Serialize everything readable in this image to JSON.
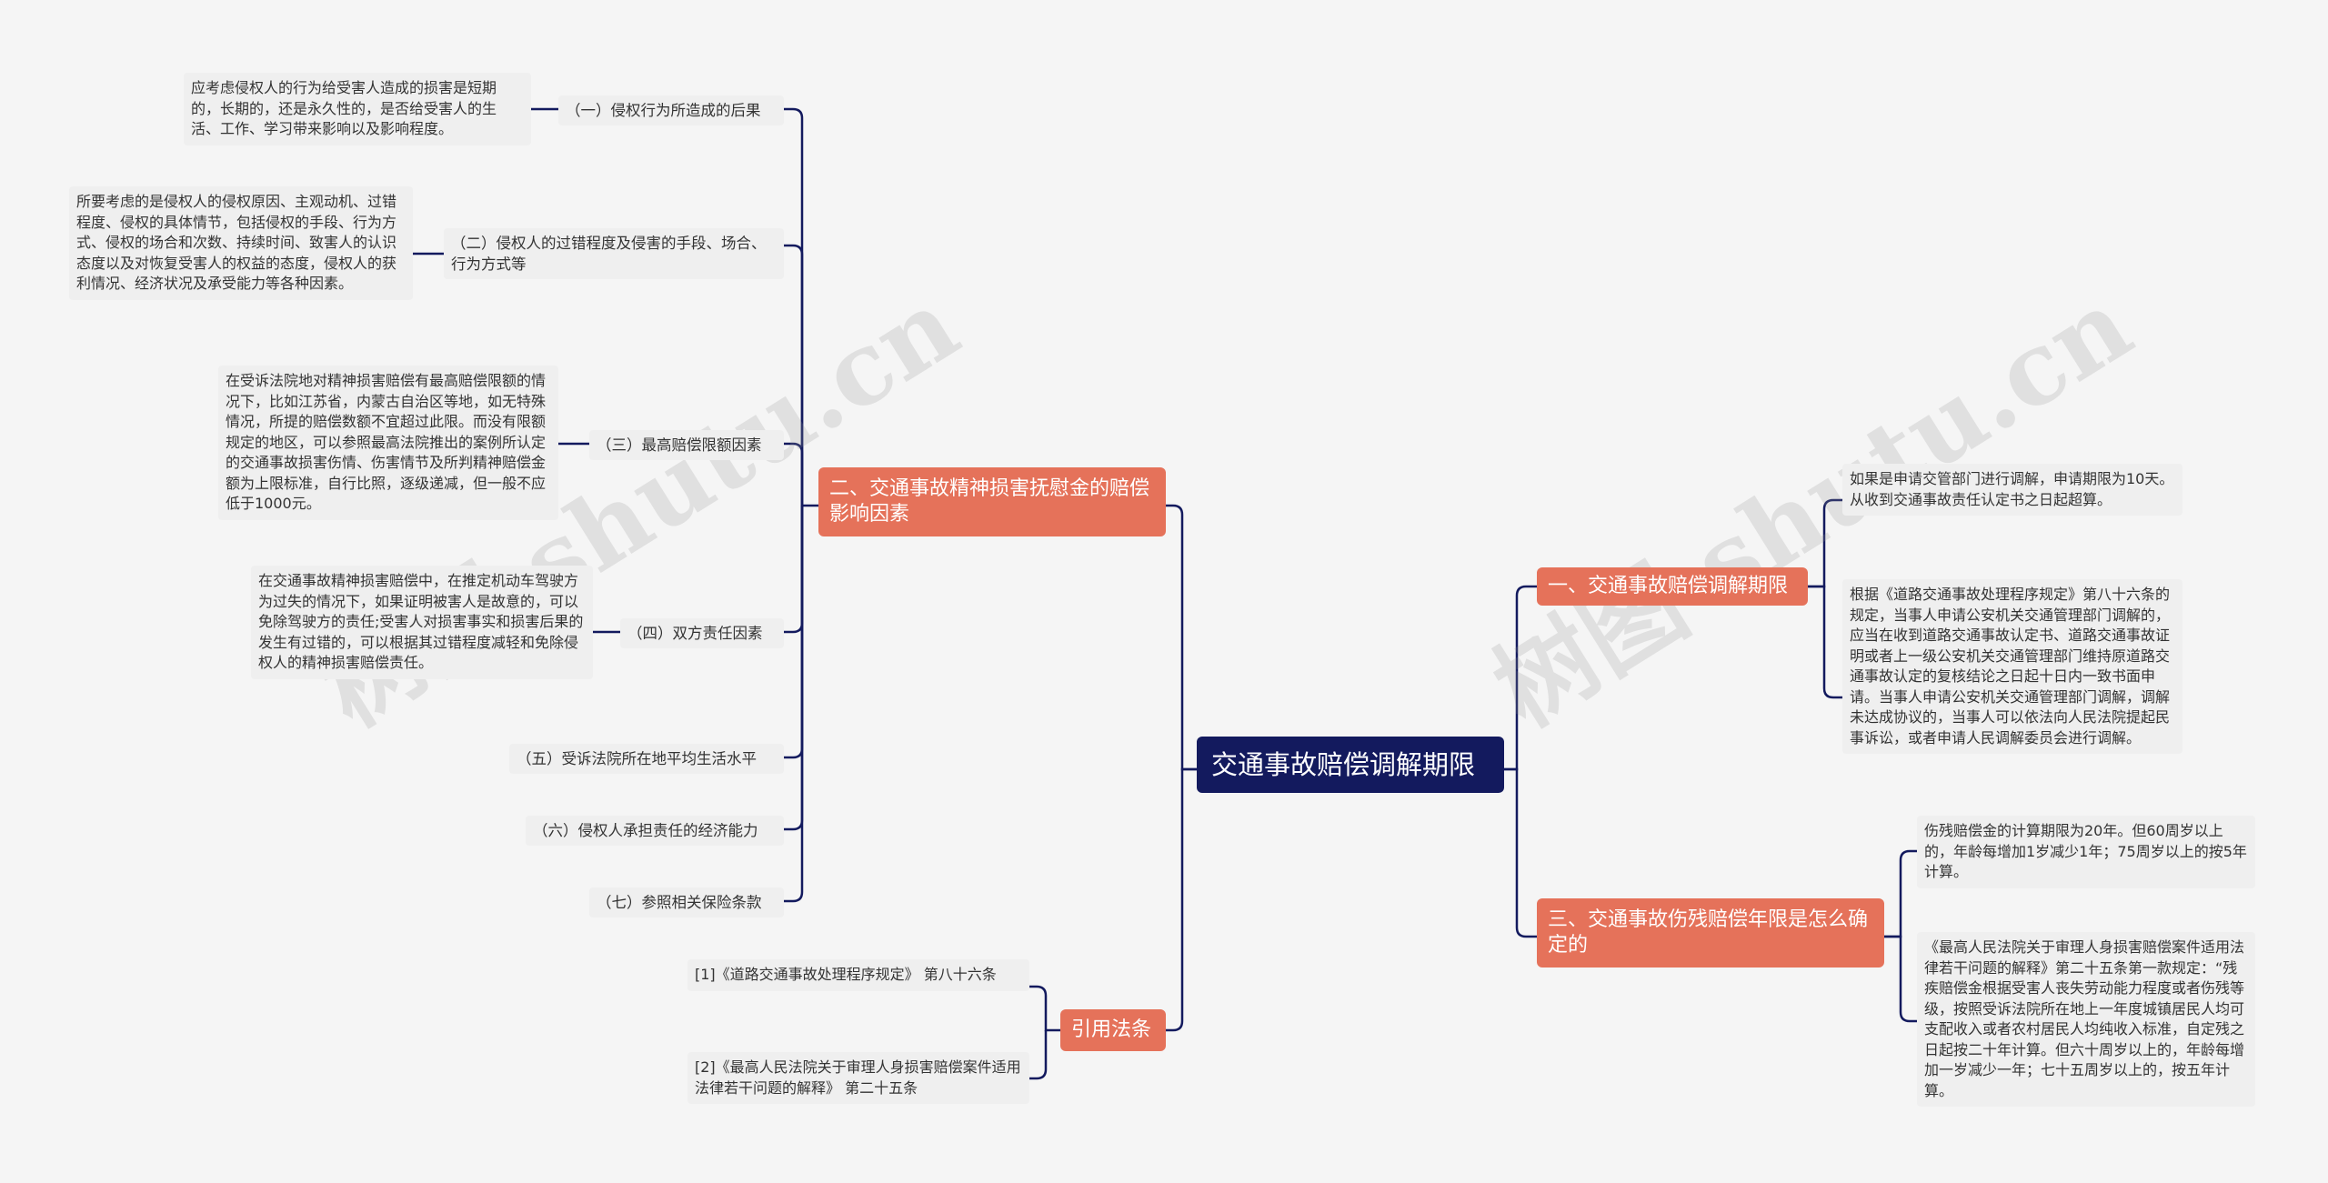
{
  "root": "交通事故赔偿调解期限",
  "branches": {
    "b1": "一、交通事故赔偿调解期限",
    "b2": "二、交通事故精神损害抚慰金的赔偿影响因素",
    "b3": "三、交通事故伤残赔偿年限是怎么确定的",
    "b4": "引用法条"
  },
  "b1_leaves": [
    "如果是申请交管部门进行调解，申请期限为10天。从收到交通事故责任认定书之日起超算。",
    "根据《道路交通事故处理程序规定》第八十六条的规定，当事人申请公安机关交通管理部门调解的，应当在收到道路交通事故认定书、道路交通事故证明或者上一级公安机关交通管理部门维持原道路交通事故认定的复核结论之日起十日内一致书面申请。当事人申请公安机关交通管理部门调解，调解未达成协议的，当事人可以依法向人民法院提起民事诉讼，或者申请人民调解委员会进行调解。"
  ],
  "b3_leaves": [
    "伤残赔偿金的计算期限为20年。但60周岁以上的，年龄每增加1岁减少1年；75周岁以上的按5年计算。",
    "《最高人民法院关于审理人身损害赔偿案件适用法律若干问题的解释》第二十五条第一款规定：“残疾赔偿金根据受害人丧失劳动能力程度或者伤残等级，按照受诉法院所在地上一年度城镇居民人均可支配收入或者农村居民人均纯收入标准，自定残之日起按二十年计算。但六十周岁以上的，年龄每增加一岁减少一年；七十五周岁以上的，按五年计算。"
  ],
  "b2_subs": [
    "（一）侵权行为所造成的后果",
    "（二）侵权人的过错程度及侵害的手段、场合、行为方式等",
    "（三）最高赔偿限额因素",
    "（四）双方责任因素",
    "（五）受诉法院所在地平均生活水平",
    "（六）侵权人承担责任的经济能力",
    "（七）参照相关保险条款"
  ],
  "b2_details": [
    "应考虑侵权人的行为给受害人造成的损害是短期的，长期的，还是永久性的，是否给受害人的生活、工作、学习带来影响以及影响程度。",
    "所要考虑的是侵权人的侵权原因、主观动机、过错程度、侵权的具体情节，包括侵权的手段、行为方式、侵权的场合和次数、持续时间、致害人的认识态度以及对恢复受害人的权益的态度，侵权人的获利情况、经济状况及承受能力等各种因素。",
    "在受诉法院地对精神损害赔偿有最高赔偿限额的情况下，比如江苏省，内蒙古自治区等地，如无特殊情况，所提的赔偿数额不宜超过此限。而没有限额规定的地区，可以参照最高法院推出的案例所认定的交通事故损害伤情、伤害情节及所判精神赔偿金额为上限标准，自行比照，逐级递减，但一般不应低于1000元。",
    "在交通事故精神损害赔偿中，在推定机动车驾驶方为过失的情况下，如果证明被害人是故意的，可以免除驾驶方的责任;受害人对损害事实和损害后果的发生有过错的，可以根据其过错程度减轻和免除侵权人的精神损害赔偿责任。"
  ],
  "b4_leaves": [
    "[1]《道路交通事故处理程序规定》 第八十六条",
    "[2]《最高人民法院关于审理人身损害赔偿案件适用法律若干问题的解释》 第二十五条"
  ],
  "watermarks": [
    "树图 shutu.cn",
    "树图 shutu.cn"
  ],
  "colors": {
    "root": "#131a5e",
    "branch": "#e5725a",
    "line": "#131a5e"
  }
}
